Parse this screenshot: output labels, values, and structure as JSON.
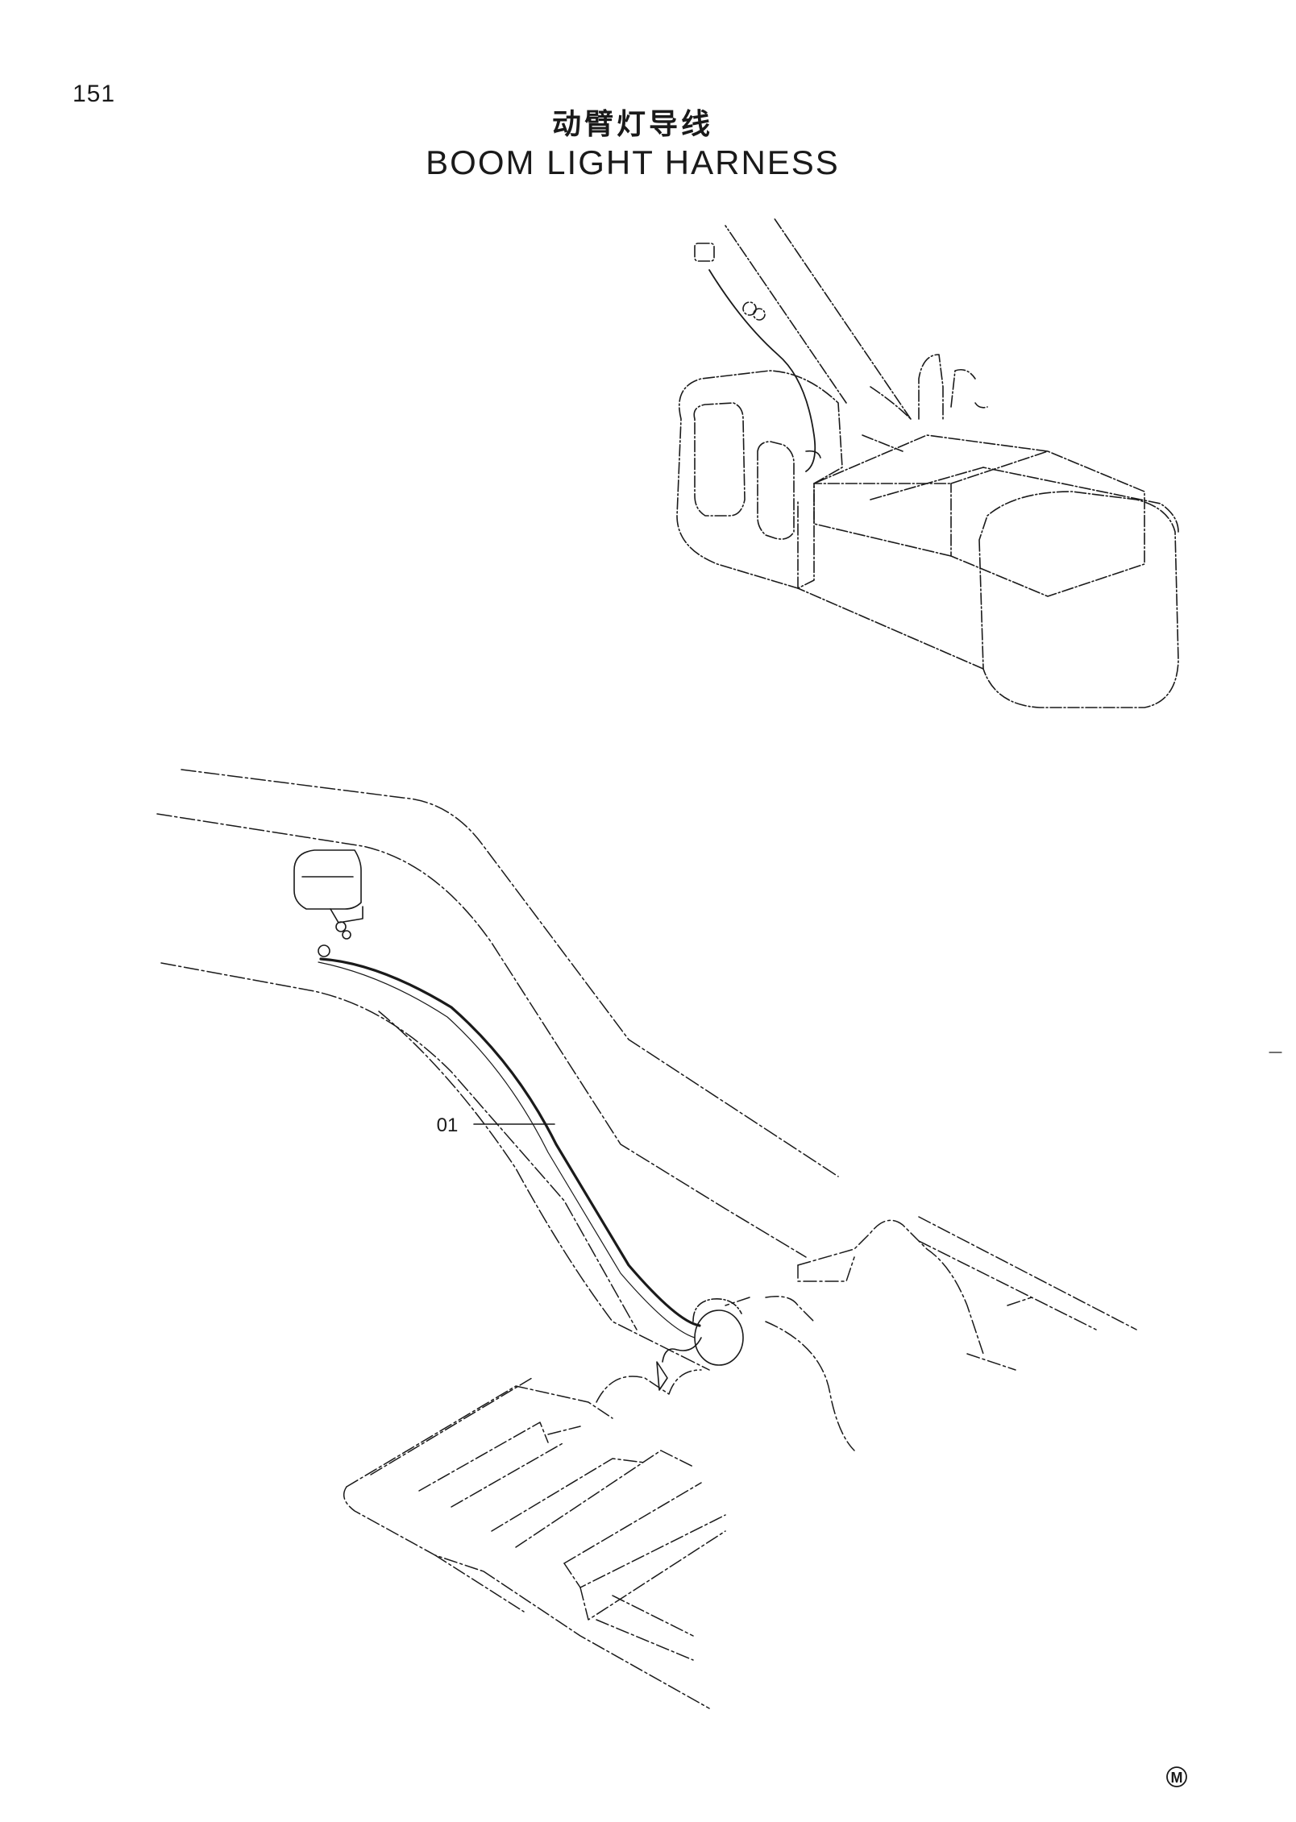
{
  "page_number": "151",
  "title_cn": "动臂灯导线",
  "title_en": "BOOM LIGHT HARNESS",
  "callouts": [
    {
      "label": "01"
    }
  ],
  "corner_mark": "M",
  "colors": {
    "ink": "#1a1a1a",
    "paper": "#ffffff"
  }
}
